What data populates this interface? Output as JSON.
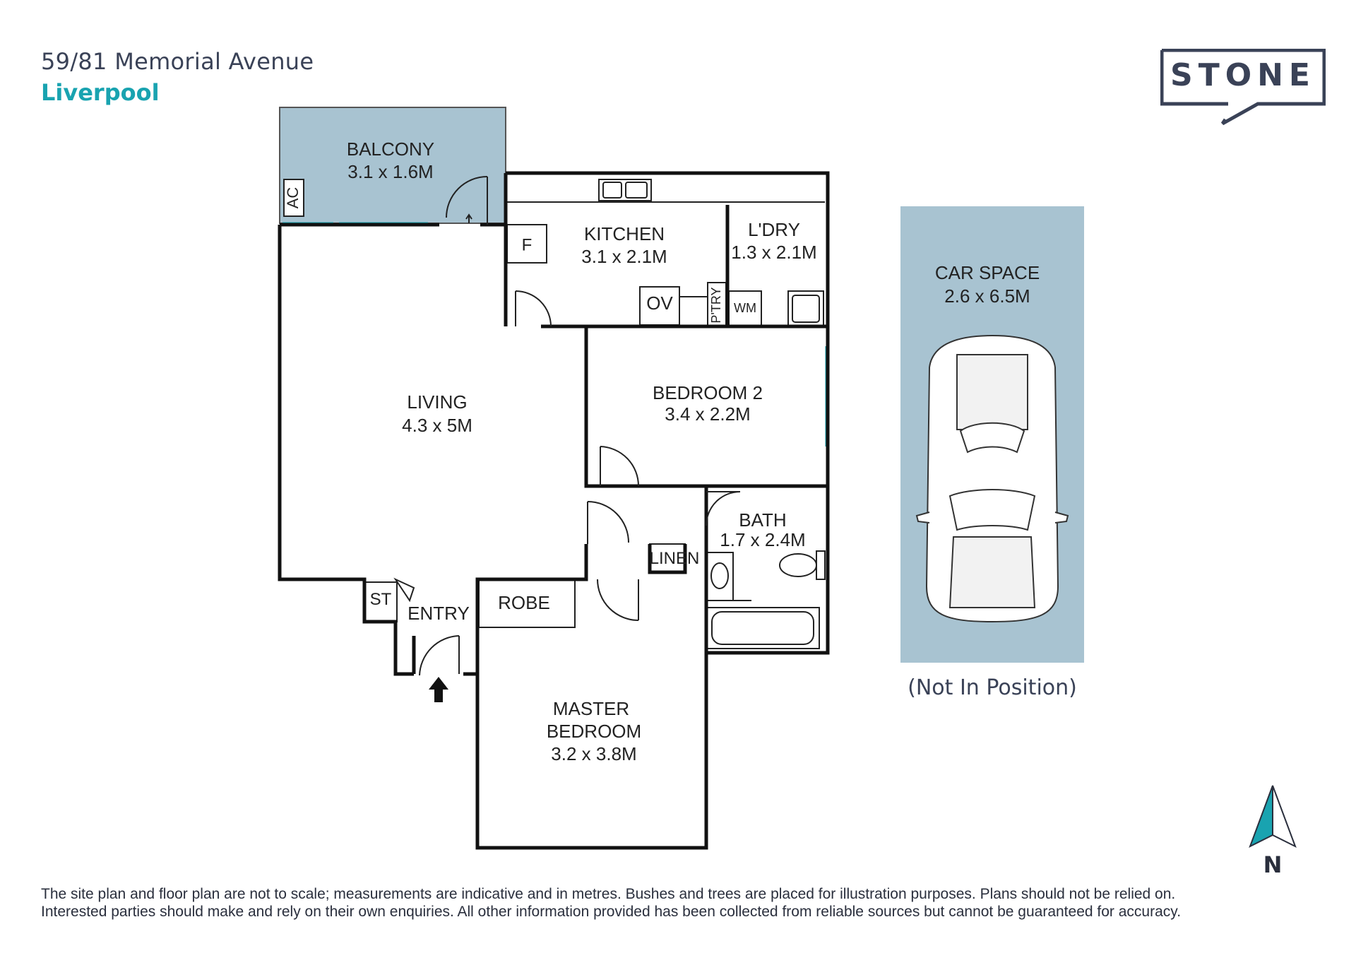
{
  "address": {
    "street": "59/81 Memorial Avenue",
    "suburb": "Liverpool"
  },
  "brand": {
    "name": "STONE",
    "color": "#3a4257"
  },
  "colors": {
    "accent": "#19a3b0",
    "outdoor": "#a8c3d1",
    "wall": "#111111"
  },
  "rooms": {
    "balcony": {
      "name": "BALCONY",
      "size": "3.1 x 1.6M"
    },
    "kitchen": {
      "name": "KITCHEN",
      "size": "3.1 x 2.1M"
    },
    "laundry": {
      "name": "L'DRY",
      "size": "1.3 x 2.1M"
    },
    "living": {
      "name": "LIVING",
      "size": "4.3 x 5M"
    },
    "bedroom2": {
      "name": "BEDROOM 2",
      "size": "3.4 x 2.2M"
    },
    "bath": {
      "name": "BATH",
      "size": "1.7 x 2.4M"
    },
    "master": {
      "line1": "MASTER",
      "line2": "BEDROOM",
      "size": "3.2 x 3.8M"
    },
    "entry": {
      "name": "ENTRY"
    },
    "robe": {
      "name": "ROBE"
    },
    "linen": {
      "name": "LINEN"
    },
    "store": {
      "name": "ST"
    },
    "car": {
      "name": "CAR SPACE",
      "size": "2.6 x 6.5M"
    }
  },
  "fixtures": {
    "ac": "AC",
    "fridge": "F",
    "oven": "OV",
    "pantry": "P'TRY",
    "washer": "WM"
  },
  "car_note": "(Not In Position)",
  "compass": {
    "label": "N"
  },
  "disclaimer": {
    "line1": "The site plan and floor plan are not to scale; measurements are indicative and in metres. Bushes and trees are placed for illustration purposes. Plans should not be relied on.",
    "line2": "Interested parties should make and rely on their own enquiries. All other information provided has been collected from reliable sources but cannot be guaranteed for accuracy."
  },
  "icons": [
    "entry-arrow-icon",
    "north-arrow-icon",
    "sink-icon",
    "car-icon",
    "toilet-icon",
    "bathtub-icon",
    "basin-icon",
    "tub-icon"
  ]
}
